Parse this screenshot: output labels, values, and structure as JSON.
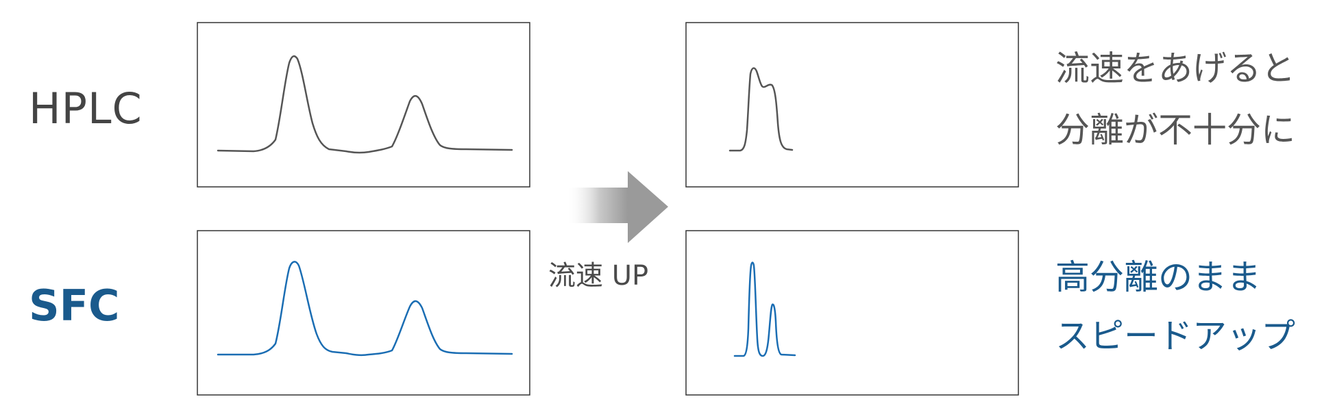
{
  "labels": {
    "hplc": "HPLC",
    "sfc": "SFC",
    "flow_up": "流速 UP"
  },
  "notes": {
    "hplc": [
      "流速をあげると",
      "分離が不十分に"
    ],
    "sfc": [
      "高分離のまま",
      "スピードアップ"
    ]
  },
  "colors": {
    "hplc": "#555555",
    "sfc": "#1a6db3",
    "sfc_text": "#1a5a8c",
    "frame": "#333333"
  },
  "chromatograms": [
    {
      "id": "hplc-normal",
      "method": "HPLC",
      "flow": "normal",
      "peaks": 2,
      "resolution": "resolved"
    },
    {
      "id": "hplc-fast",
      "method": "HPLC",
      "flow": "up",
      "peaks": 2,
      "resolution": "overlapping"
    },
    {
      "id": "sfc-normal",
      "method": "SFC",
      "flow": "normal",
      "peaks": 2,
      "resolution": "resolved"
    },
    {
      "id": "sfc-fast",
      "method": "SFC",
      "flow": "up",
      "peaks": 2,
      "resolution": "resolved"
    }
  ]
}
